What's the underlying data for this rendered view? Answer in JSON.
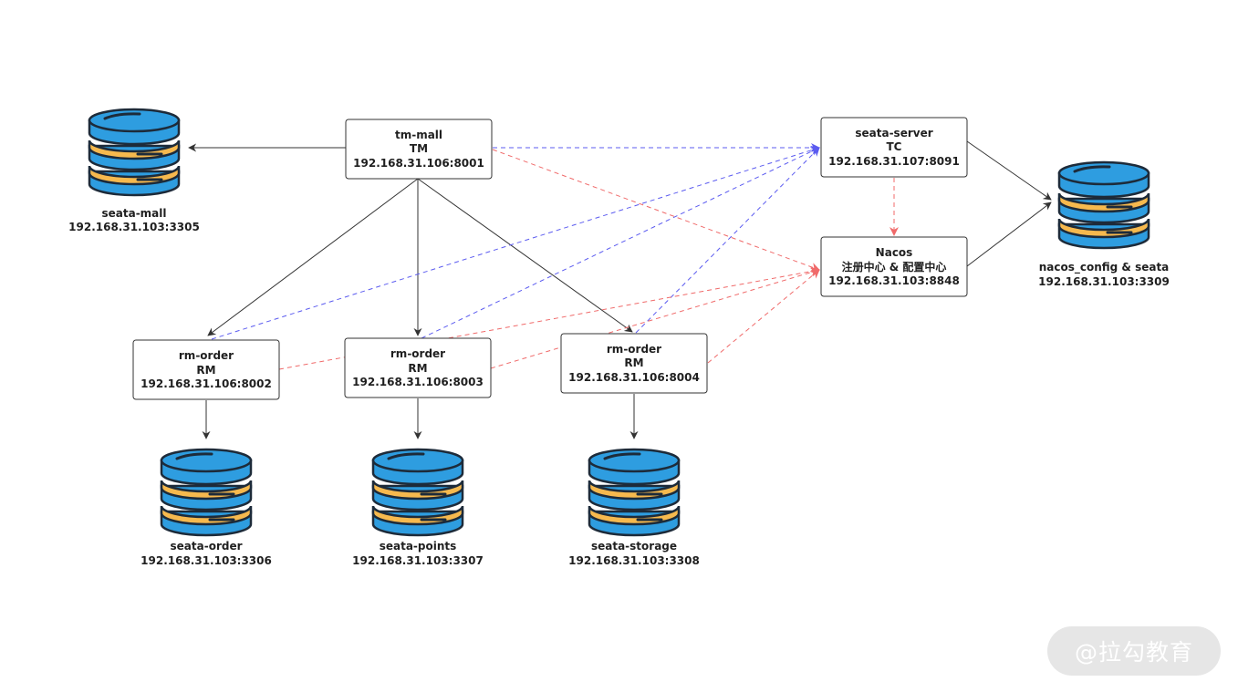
{
  "nodes": {
    "tm_mall": {
      "lines": [
        "tm-mall",
        "TM",
        "192.168.31.106:8001"
      ]
    },
    "seata_server": {
      "lines": [
        "seata-server",
        "TC",
        "192.168.31.107:8091"
      ]
    },
    "nacos": {
      "lines": [
        "Nacos",
        "注册中心 & 配置中心",
        "192.168.31.103:8848"
      ]
    },
    "rm_order_1": {
      "lines": [
        "rm-order",
        "RM",
        "192.168.31.106:8002"
      ]
    },
    "rm_order_2": {
      "lines": [
        "rm-order",
        "RM",
        "192.168.31.106:8003"
      ]
    },
    "rm_order_3": {
      "lines": [
        "rm-order",
        "RM",
        "192.168.31.106:8004"
      ]
    }
  },
  "databases": {
    "seata_mall": {
      "lines": [
        "seata-mall",
        "192.168.31.103:3305"
      ]
    },
    "seata_order": {
      "lines": [
        "seata-order",
        "192.168.31.103:3306"
      ]
    },
    "seata_points": {
      "lines": [
        "seata-points",
        "192.168.31.103:3307"
      ]
    },
    "seata_storage": {
      "lines": [
        "seata-storage",
        "192.168.31.103:3308"
      ]
    },
    "nacos_config": {
      "lines": [
        "nacos_config & seata",
        "192.168.31.103:3309"
      ]
    }
  },
  "colors": {
    "db_blue": "#2e9de0",
    "db_orange": "#f6b94e",
    "db_stroke": "#1d2b3a",
    "edge_blue": "#5b5bf0",
    "edge_red": "#f06a6a",
    "edge_solid": "#333333"
  },
  "watermark": "@拉勾教育"
}
